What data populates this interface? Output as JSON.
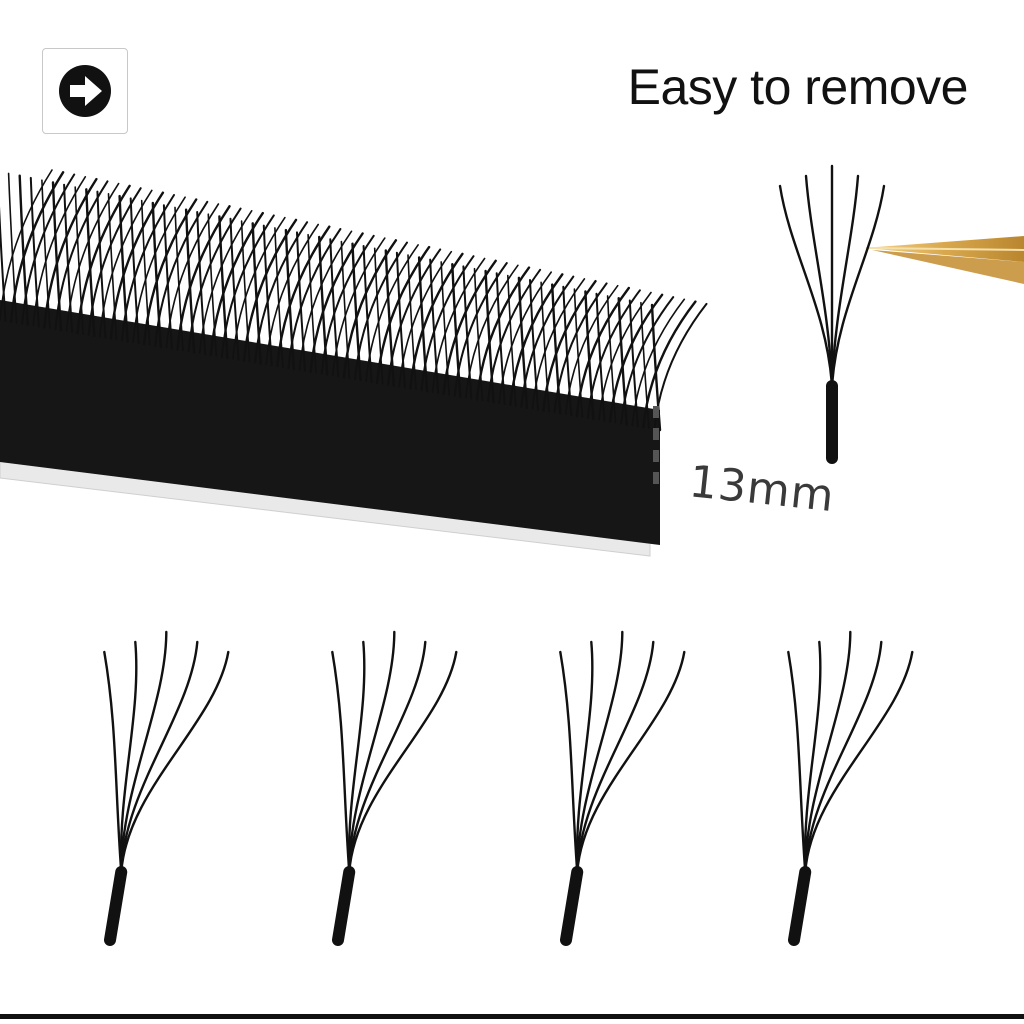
{
  "header": {
    "headline": "Easy to remove"
  },
  "nav": {
    "icon": "arrow-right-circle-icon"
  },
  "product": {
    "length_label": "13mm",
    "lash_color": "#111111",
    "tweezer_color": "#d9a84e",
    "fan_count": 5,
    "fan_strands": 5
  }
}
